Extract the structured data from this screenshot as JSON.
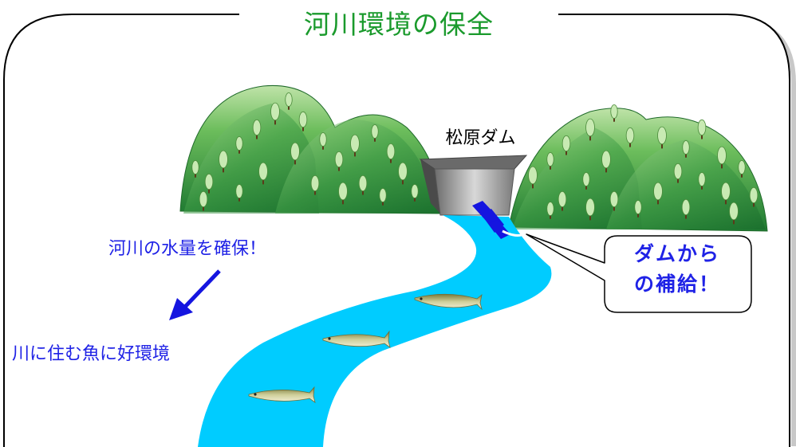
{
  "title": "河川環境の保全",
  "dam_label": "松原ダム",
  "annotations": {
    "water_flow": "河川の水量を確保！",
    "fish_habitat": "川に住む魚に好環境"
  },
  "callout": {
    "line1": "ダムから",
    "line2": "の補給！"
  },
  "colors": {
    "title": "#1a9a2c",
    "annotation": "#1f22e6",
    "river": "#00ccff",
    "mountain": "#2e8b3f"
  }
}
